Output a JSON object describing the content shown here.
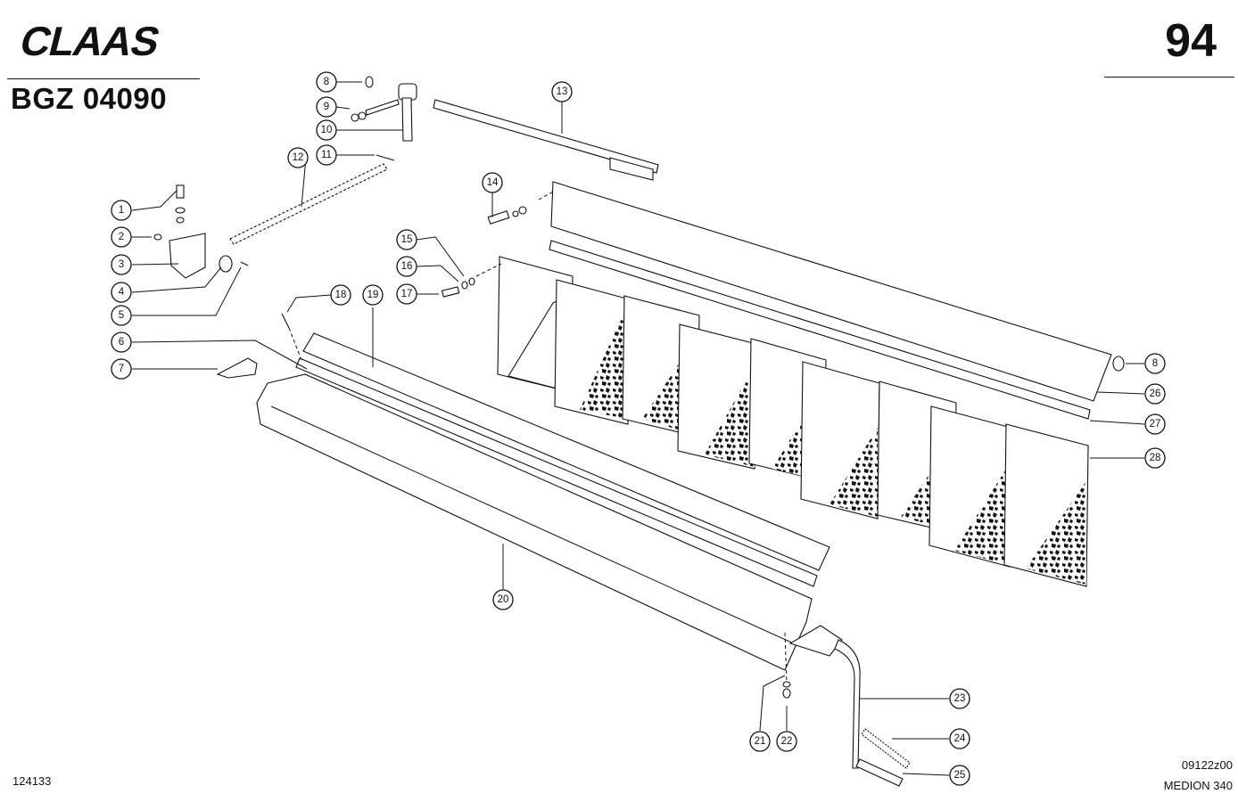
{
  "header": {
    "brand": "CLAAS",
    "model_code": "BGZ 04090",
    "page_number": "94"
  },
  "footer": {
    "left_code": "124133",
    "right_code": "09122z00",
    "machine": "MEDION 340"
  },
  "callouts": [
    "1",
    "2",
    "3",
    "4",
    "5",
    "6",
    "7",
    "8",
    "9",
    "10",
    "11",
    "12",
    "13",
    "14",
    "15",
    "16",
    "17",
    "18",
    "19",
    "20",
    "21",
    "22",
    "23",
    "24",
    "25",
    "26",
    "27",
    "28",
    "8"
  ]
}
